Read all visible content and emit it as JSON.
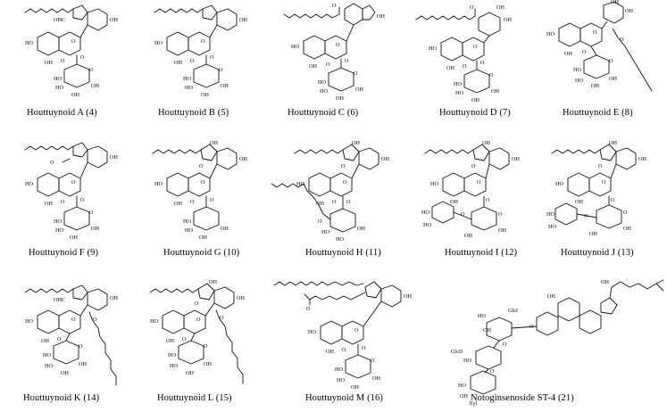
{
  "compounds": [
    {
      "caption": "Houttuynoid A (4)",
      "sub": [
        "OHC",
        "OH",
        "HO",
        "O",
        "OH",
        "O",
        "O",
        "O",
        "HO",
        "HO",
        "OH",
        "OH"
      ]
    },
    {
      "caption": "Houttuynoid B (5)",
      "sub": [
        "OH",
        "HO",
        "O",
        "OH",
        "O",
        "O",
        "O",
        "HO",
        "HO",
        "OH",
        "OH"
      ]
    },
    {
      "caption": "Houttuynoid C (6)",
      "sub": [
        "O",
        "OH",
        "HO",
        "O",
        "OH",
        "O",
        "O",
        "O",
        "HO",
        "HO",
        "OH",
        "OH"
      ]
    },
    {
      "caption": "Houttuynoid D (7)",
      "sub": [
        "O",
        "OH",
        "OH",
        "HO",
        "O",
        "OH",
        "O",
        "O",
        "O",
        "HO",
        "HO",
        "OH",
        "OH"
      ]
    },
    {
      "caption": "Houttuynoid E (8)",
      "sub": [
        "OH",
        "OH",
        "HO",
        "O",
        "O",
        "OH",
        "O",
        "O",
        "HO",
        "HO",
        "OH",
        "OH"
      ]
    },
    {
      "caption": "Houttuynoid F (9)",
      "sub": [
        "O",
        "OH",
        "HO",
        "O",
        "OH",
        "O",
        "O",
        "O",
        "HO",
        "HO",
        "OH",
        "OH"
      ]
    },
    {
      "caption": "Houttuynoid G (10)",
      "sub": [
        "OH",
        "O",
        "OH",
        "HO",
        "O",
        "OH",
        "O",
        "O",
        "HO",
        "HO",
        "OH",
        "OH"
      ]
    },
    {
      "caption": "Houttuynoid H (11)",
      "sub": [
        "OH",
        "O",
        "OH",
        "HO",
        "O",
        "OH",
        "O",
        "O",
        "O",
        "HO",
        "HO",
        "OH"
      ]
    },
    {
      "caption": "Houttuynoid I (12)",
      "sub": [
        "OH",
        "O",
        "OH",
        "HO",
        "O",
        "OH",
        "O",
        "O",
        "O",
        "HO",
        "HO",
        "OH",
        "OH"
      ]
    },
    {
      "caption": "Houttuynoid J (13)",
      "sub": [
        "OH",
        "O",
        "OH",
        "HO",
        "O",
        "OH",
        "O",
        "O",
        "O",
        "HO",
        "HO",
        "OH",
        "OH"
      ]
    },
    {
      "caption": "Houttuynoid K (14)",
      "sub": [
        "OHC",
        "OH",
        "HO",
        "O",
        "OH",
        "O",
        "O",
        "O",
        "HO",
        "HO",
        "OH",
        "OH"
      ]
    },
    {
      "caption": "Houttuynoid L (15)",
      "sub": [
        "OH",
        "O",
        "OH",
        "HO",
        "O",
        "OH",
        "O",
        "O",
        "O",
        "HO",
        "HO",
        "OH",
        "OH"
      ]
    },
    {
      "caption": "Houttuynoid M (16)",
      "sub": [
        "O",
        "OH",
        "HO",
        "O",
        "OH",
        "O",
        "O",
        "O",
        "HO",
        "HO",
        "OH",
        "OH"
      ]
    },
    {
      "caption": "Notoginsenoside ST-4 (21)",
      "sub": [
        "OH",
        "OH",
        "GlcI",
        "GlcII",
        "Xyl",
        "O",
        "O",
        "O",
        "HO",
        "HO",
        "HO",
        "OH",
        "OH"
      ]
    }
  ]
}
